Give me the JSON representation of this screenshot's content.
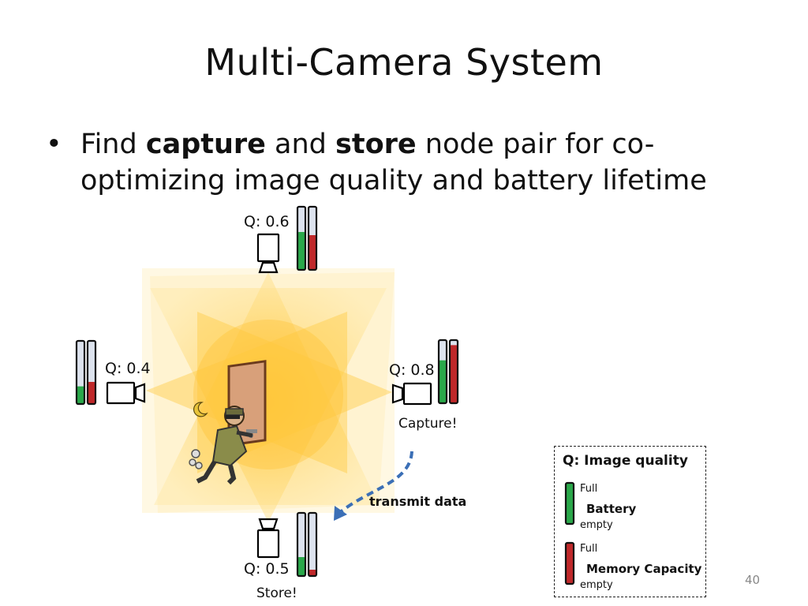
{
  "slide": {
    "title": "Multi-Camera System",
    "bullet": {
      "p1": "Find ",
      "b1": "capture",
      "p2": " and ",
      "b2": "store",
      "p3": " node pair for co-optimizing image quality and battery lifetime"
    },
    "page_number": "40"
  },
  "cameras": {
    "top": {
      "q_label": "Q: 0.6",
      "battery": 0.6,
      "memory": 0.55
    },
    "left": {
      "q_label": "Q: 0.4",
      "battery": 0.28,
      "memory": 0.35
    },
    "right": {
      "q_label": "Q: 0.8",
      "battery": 0.68,
      "memory": 0.92,
      "caption": "Capture!"
    },
    "bottom": {
      "q_label": "Q: 0.5",
      "battery": 0.3,
      "memory": 0.1,
      "caption": "Store!"
    }
  },
  "arrow_label": "transmit data",
  "legend": {
    "title": "Q: Image quality",
    "battery": {
      "full": "Full",
      "label": "Battery",
      "empty": "empty"
    },
    "memory": {
      "full": "Full",
      "label": "Memory Capacity",
      "empty": "empty"
    }
  },
  "colors": {
    "battery": "#2aa84a",
    "memory": "#c0282a",
    "beam": "#ffc83a",
    "arrow": "#3b6fb6"
  }
}
